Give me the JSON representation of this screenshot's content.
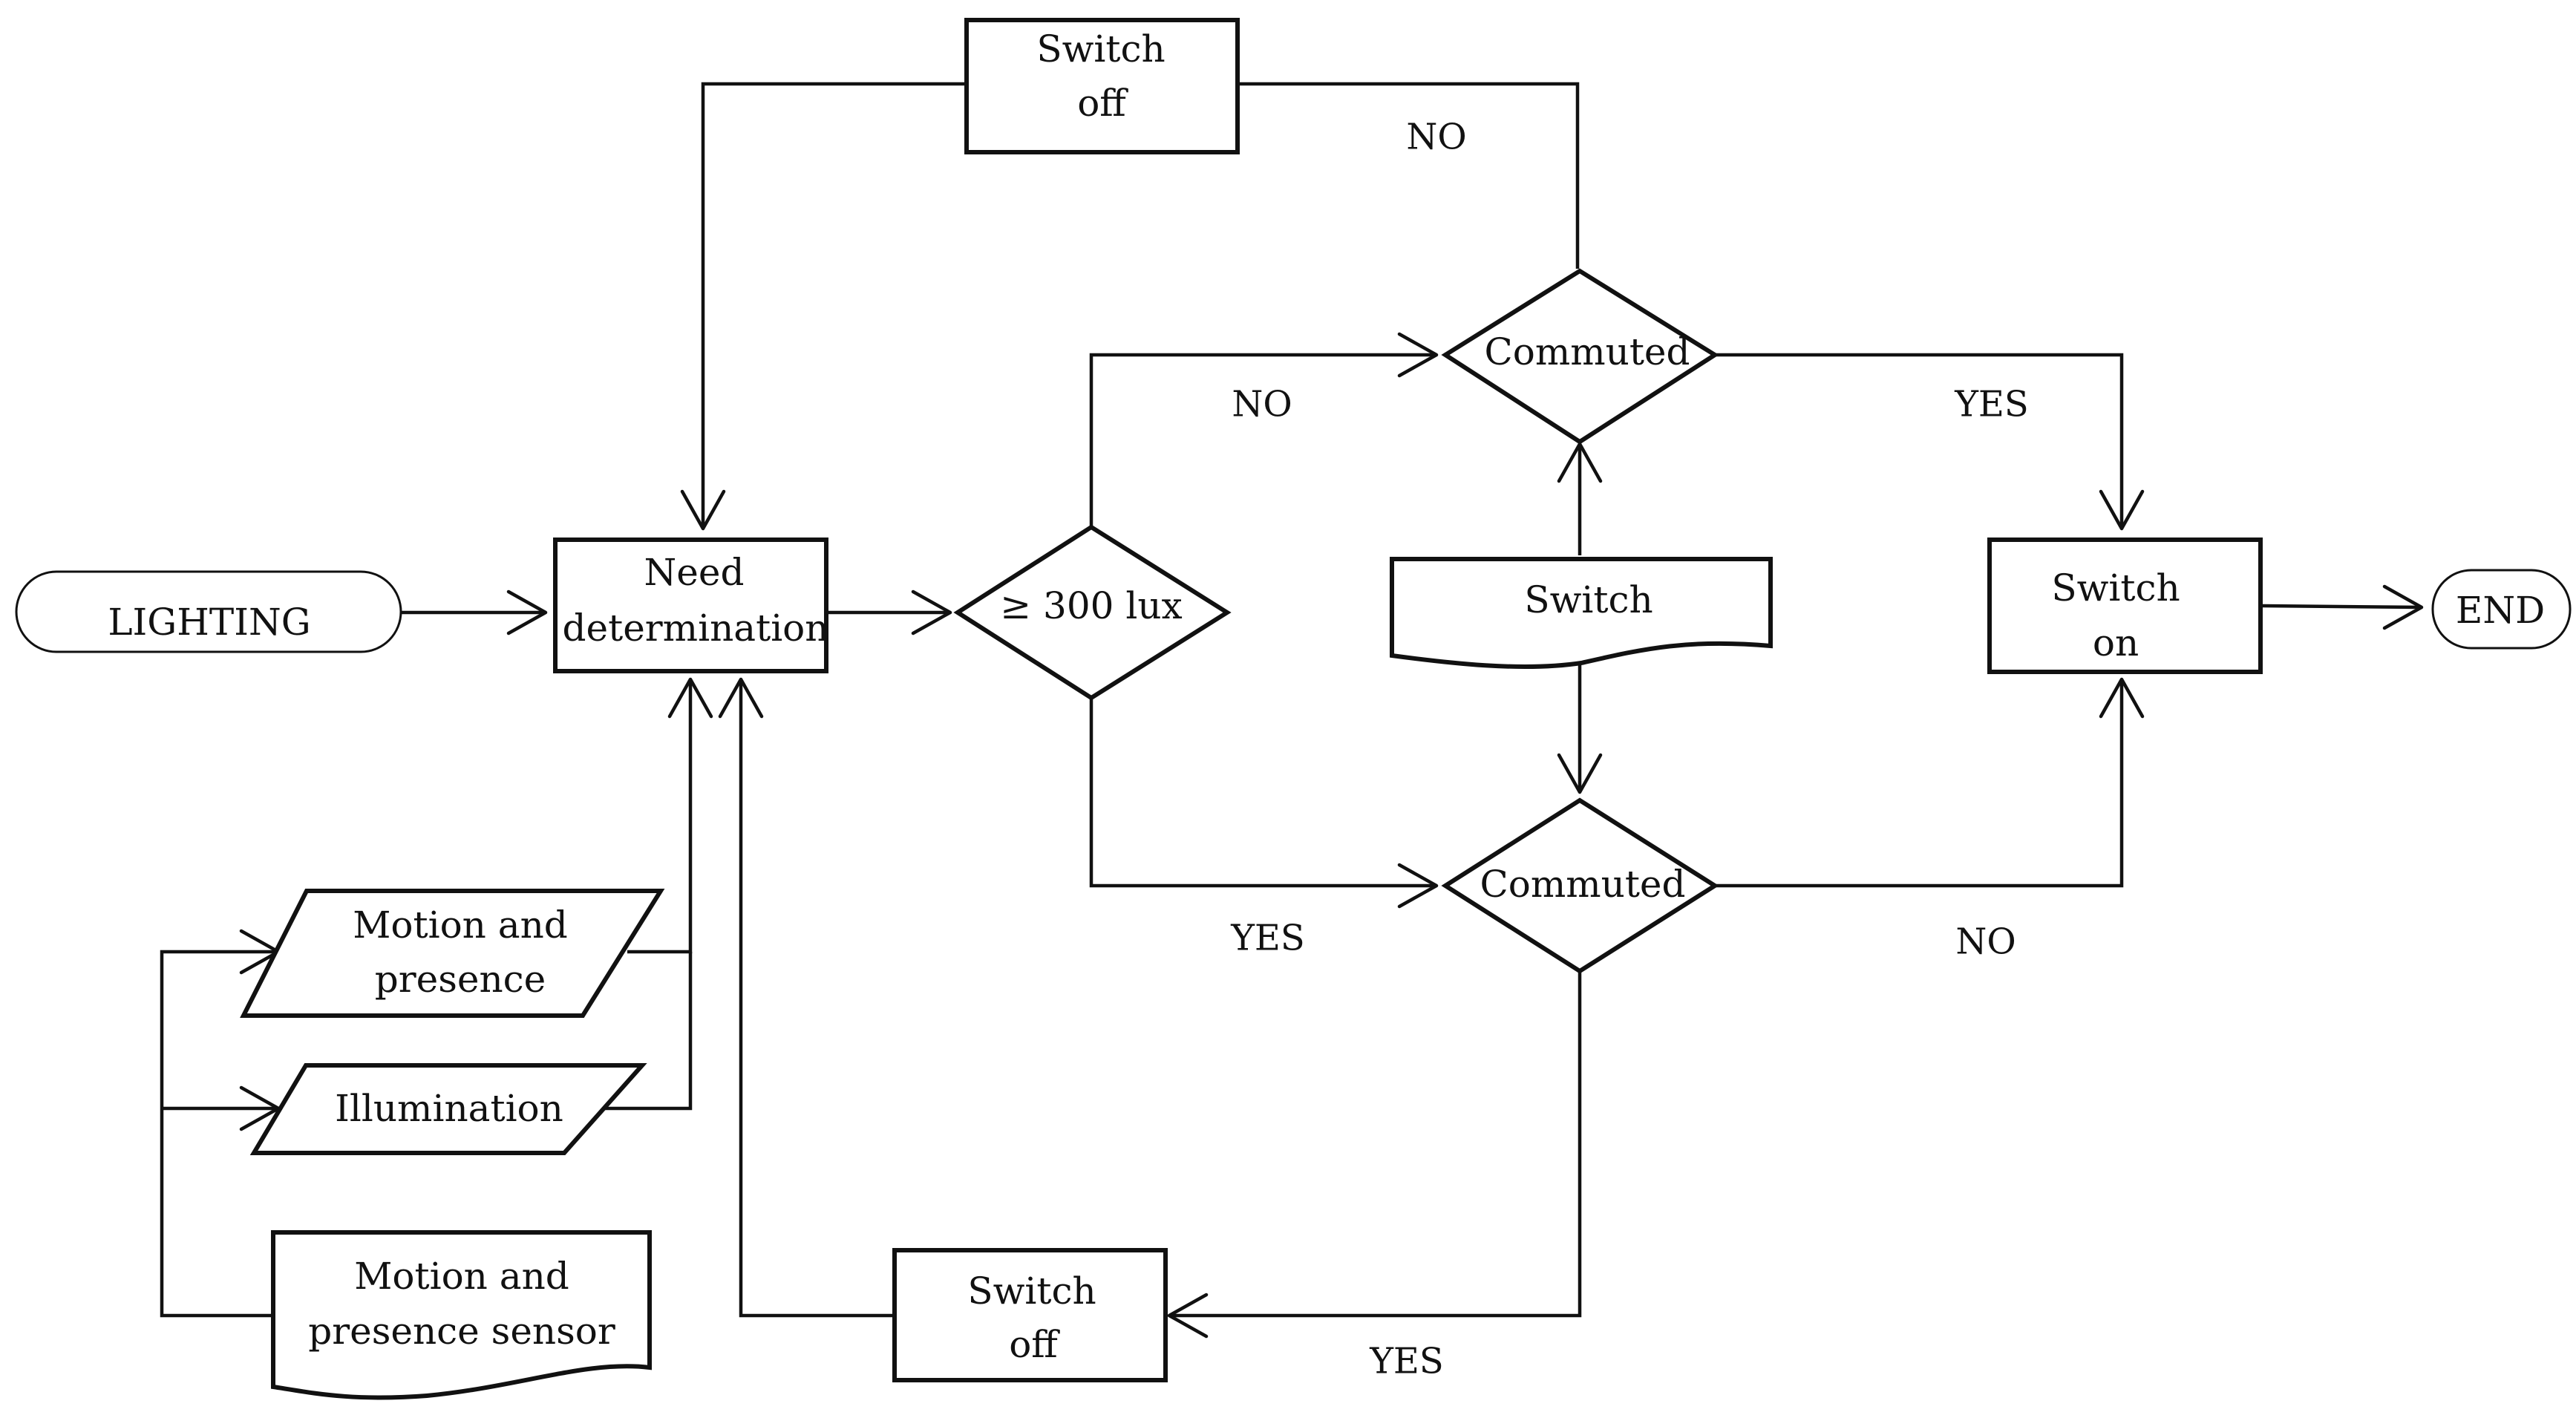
{
  "nodes": {
    "start": "LIGHTING",
    "need_determination": [
      "Need",
      "determination"
    ],
    "motion_presence_input": [
      "Motion and",
      "presence"
    ],
    "illumination_input": "Illumination",
    "motion_presence_sensor": [
      "Motion and",
      "presence sensor"
    ],
    "lux_decision": "≥ 300 lux",
    "commuted_top": "Commuted",
    "commuted_bottom": "Commuted",
    "switch_document": "Switch",
    "switch_off_top": [
      "Switch",
      "off"
    ],
    "switch_off_bottom": [
      "Switch",
      "off"
    ],
    "switch_on": [
      "Switch",
      "on"
    ],
    "end": "END"
  },
  "edge_labels": {
    "lux_no": "NO",
    "lux_yes": "YES",
    "commuted_top_no": "NO",
    "commuted_top_yes": "YES",
    "commuted_bottom_no": "NO",
    "commuted_bottom_yes": "YES"
  }
}
